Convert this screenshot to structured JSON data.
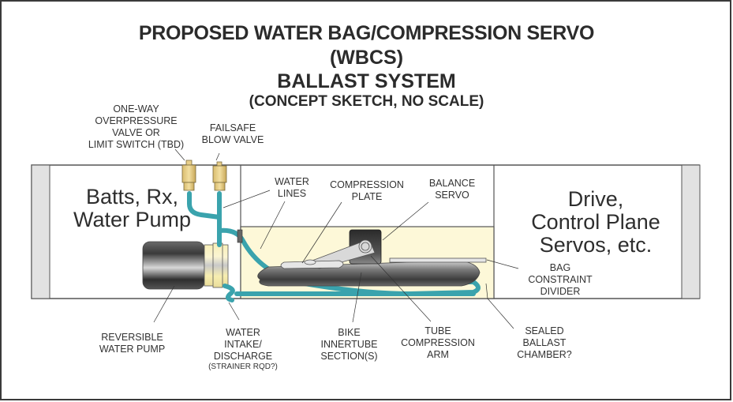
{
  "title": {
    "line1": "PROPOSED WATER BAG/COMPRESSION SERVO",
    "line2": "(WBCS)",
    "line3": "BALLAST SYSTEM",
    "subtitle": "(CONCEPT SKETCH, NO SCALE)"
  },
  "compartments": {
    "forward": {
      "line1": "Batts, Rx,",
      "line2": "Water Pump"
    },
    "aft": {
      "line1": "Drive,",
      "line2": "Control Plane",
      "line3": "Servos, etc."
    }
  },
  "colors": {
    "water_line": "#3aa3ad",
    "ballast_chamber": "#fdf8d8",
    "valve_brass": "#e8cf8a",
    "end_cap": "#e2e2e2",
    "outline": "#555555"
  },
  "callouts": {
    "one_way_valve": {
      "lines": [
        "ONE-WAY",
        "OVERPRESSURE",
        "VALVE OR",
        "LIMIT SWITCH (TBD)"
      ]
    },
    "failsafe_valve": {
      "lines": [
        "FAILSAFE",
        "BLOW VALVE"
      ]
    },
    "water_lines": {
      "lines": [
        "WATER",
        "LINES"
      ]
    },
    "compression_plate": {
      "lines": [
        "COMPRESSION",
        "PLATE"
      ]
    },
    "balance_servo": {
      "lines": [
        "BALANCE",
        "SERVO"
      ]
    },
    "bag_constraint": {
      "lines": [
        "BAG",
        "CONSTRAINT",
        "DIVIDER"
      ]
    },
    "reversible_pump": {
      "lines": [
        "REVERSIBLE",
        "WATER PUMP"
      ]
    },
    "water_intake": {
      "lines": [
        "WATER",
        "INTAKE/",
        "DISCHARGE"
      ],
      "note": "(STRAINER RQD?)"
    },
    "bike_innertube": {
      "lines": [
        "BIKE",
        "INNERTUBE",
        "SECTION(S)"
      ]
    },
    "tube_arm": {
      "lines": [
        "TUBE",
        "COMPRESSION",
        "ARM"
      ]
    },
    "sealed_chamber": {
      "lines": [
        "SEALED",
        "BALLAST",
        "CHAMBER?"
      ]
    }
  }
}
